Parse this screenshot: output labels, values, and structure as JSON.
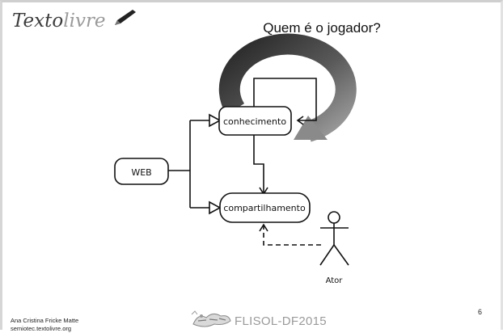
{
  "header": {
    "logo_text_main": "Texto",
    "logo_text_alt": "livre",
    "title": "Quem é o jogador?"
  },
  "diagram": {
    "nodes": {
      "web": "WEB",
      "knowledge": "conhecimento",
      "sharing": "compartilhamento",
      "actor": "Ator"
    },
    "edges": [
      {
        "from": "WEB",
        "to": "conhecimento",
        "style": "solid",
        "arrowhead": "hollow-triangle"
      },
      {
        "from": "WEB",
        "to": "compartilhamento",
        "style": "solid",
        "arrowhead": "hollow-triangle"
      },
      {
        "from": "conhecimento",
        "to": "compartilhamento",
        "style": "solid",
        "arrowhead": "open"
      },
      {
        "from": "conhecimento",
        "to": "conhecimento",
        "style": "solid",
        "arrowhead": "open",
        "note": "self-loop"
      },
      {
        "from": "Ator",
        "to": "compartilhamento",
        "style": "dashed",
        "arrowhead": "open"
      }
    ],
    "cycle_arrow_icon": "circular-refresh-arrow",
    "colors": {
      "cycle_arrow_dark": "#2e2e2e",
      "cycle_arrow_light": "#8c8c8c",
      "stroke": "#111111"
    }
  },
  "footer": {
    "author": "Ana Cristina Fricke Matte",
    "site": "semiotec.textolivre.org",
    "event": "FLISOL-DF2015",
    "mascot_icon": "flisol-mascot-icon",
    "page_number": "6"
  }
}
